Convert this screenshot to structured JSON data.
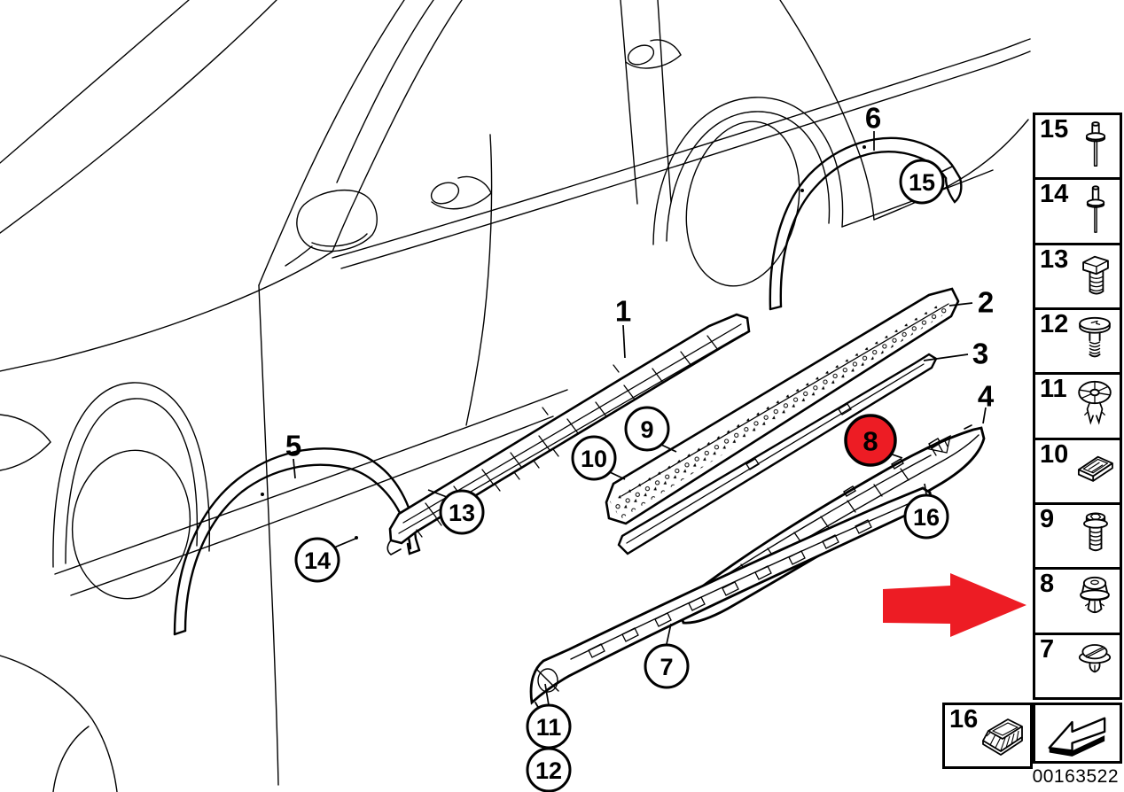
{
  "document": {
    "number": "00163522"
  },
  "colors": {
    "highlight_red": "#ed1c24",
    "line": "#000000",
    "background": "#ffffff"
  },
  "diagram": {
    "description": "vehicle-sill-trim-and-wheel-arch-exploded-view",
    "callouts_plain": [
      {
        "label": "1"
      },
      {
        "label": "2"
      },
      {
        "label": "3"
      },
      {
        "label": "4"
      },
      {
        "label": "5"
      },
      {
        "label": "6"
      }
    ],
    "callouts_circled": [
      {
        "label": "7"
      },
      {
        "label": "9"
      },
      {
        "label": "10"
      },
      {
        "label": "11"
      },
      {
        "label": "12"
      },
      {
        "label": "13"
      },
      {
        "label": "14"
      },
      {
        "label": "15"
      },
      {
        "label": "16"
      }
    ],
    "callout_highlighted": {
      "label": "8"
    }
  },
  "legend": {
    "items": [
      {
        "number": "15",
        "icon": "blind-rivet-long-icon"
      },
      {
        "number": "14",
        "icon": "blind-rivet-icon"
      },
      {
        "number": "13",
        "icon": "hex-bolt-icon"
      },
      {
        "number": "12",
        "icon": "washer-head-screw-icon"
      },
      {
        "number": "11",
        "icon": "spreader-clip-icon"
      },
      {
        "number": "10",
        "icon": "clamp-block-icon"
      },
      {
        "number": "9",
        "icon": "flange-screw-icon"
      },
      {
        "number": "8",
        "icon": "push-rivet-icon"
      },
      {
        "number": "7",
        "icon": "grommet-icon"
      }
    ],
    "bracket_item": {
      "number": "16",
      "icon": "support-bracket-icon"
    },
    "page_arrow_icon": "page-turn-arrow-icon"
  }
}
